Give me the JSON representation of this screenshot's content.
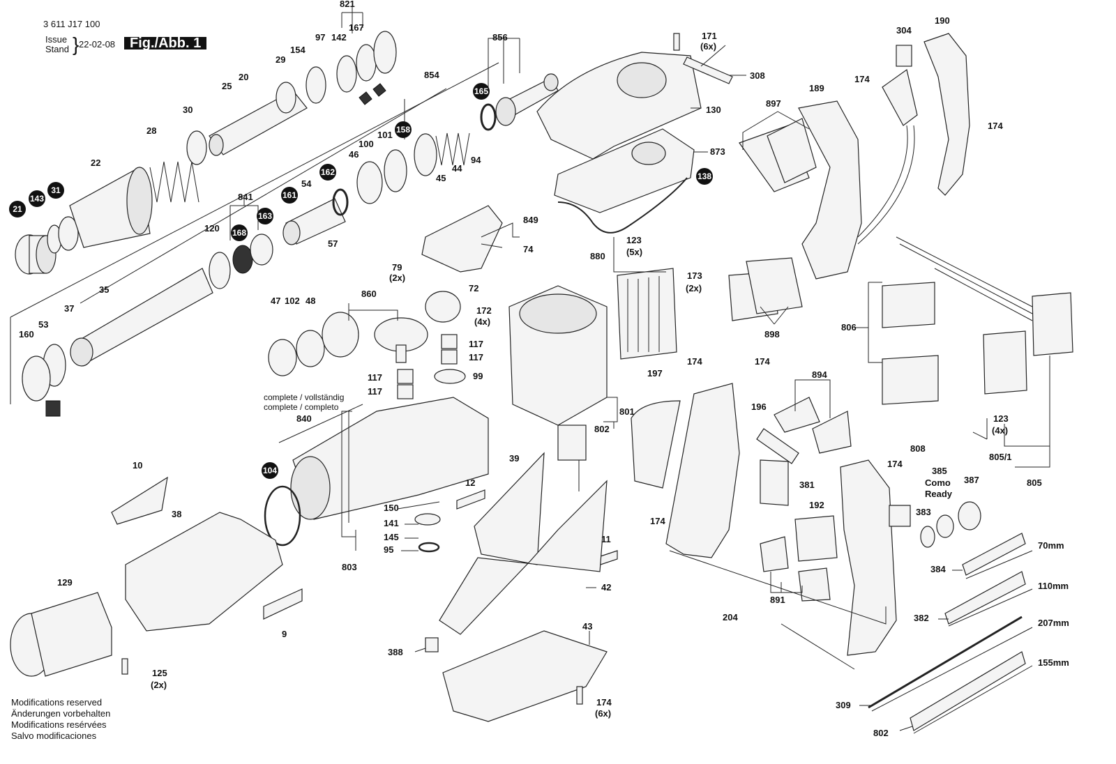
{
  "header": {
    "doc_number": "3 611 J17 100",
    "issue_label": "Issue",
    "stand_label": "Stand",
    "issue_date": "22-02-08",
    "figure_title": "Fig./Abb. 1"
  },
  "disclaimer": [
    "Modifications reserved",
    "Änderungen vorbehalten",
    "Modifications resérvées",
    "Salvo modificaciones"
  ],
  "callouts_badged": [
    "21",
    "143",
    "31",
    "168",
    "163",
    "161",
    "162",
    "165",
    "158",
    "138",
    "104"
  ],
  "labels": {
    "p821": "821",
    "p97": "97",
    "p142": "142",
    "p167": "167",
    "p154": "154",
    "p29": "29",
    "p20": "20",
    "p25": "25",
    "p30": "30",
    "p28": "28",
    "p22": "22",
    "p856": "856",
    "p854": "854",
    "p100": "100",
    "p101": "101",
    "p46": "46",
    "p44": "44",
    "p94": "94",
    "p45": "45",
    "p54": "54",
    "p57": "57",
    "p841": "841",
    "p120": "120",
    "p35": "35",
    "p37": "37",
    "p53": "53",
    "p160": "160",
    "p171": "171",
    "p171q": "(6x)",
    "p308": "308",
    "p130": "130",
    "p873": "873",
    "p849": "849",
    "p74": "74",
    "p79": "79",
    "p79q": "(2x)",
    "p72": "72",
    "p860": "860",
    "p47": "47",
    "p102": "102",
    "p48": "48",
    "p172": "172",
    "p172q": "(4x)",
    "p117a": "117",
    "p117b": "117",
    "p117c": "117",
    "p117d": "117",
    "p99": "99",
    "p123": "123",
    "p123q": "(5x)",
    "p880": "880",
    "p173": "173",
    "p173q": "(2x)",
    "p897": "897",
    "p898": "898",
    "p189": "189",
    "p174a": "174",
    "p304": "304",
    "p190": "190",
    "p174b": "174",
    "p806": "806",
    "p123b": "123",
    "p123bq": "(4x)",
    "p8051": "805/1",
    "p805": "805",
    "p801": "801",
    "p802a": "802",
    "p197": "197",
    "p174c": "174",
    "p174d": "174",
    "p894": "894",
    "p196": "196",
    "p381": "381",
    "p192": "192",
    "p891": "891",
    "p204": "204",
    "p174e": "174",
    "p808": "808",
    "p174f": "174",
    "p385": "385",
    "p385t": "Como",
    "p385t2": "Ready",
    "p387": "387",
    "p383": "383",
    "p384": "384",
    "p70": "70mm",
    "p382": "382",
    "p110": "110mm",
    "p207": "207mm",
    "p155": "155mm",
    "p309": "309",
    "p802b": "802",
    "p10": "10",
    "p38": "38",
    "p129": "129",
    "p125": "125",
    "p125q": "(2x)",
    "p9": "9",
    "p840": "840",
    "p840a": "complete / vollständig",
    "p840b": "complete / completo",
    "p12": "12",
    "p150": "150",
    "p141": "141",
    "p145": "145",
    "p95": "95",
    "p803": "803",
    "p39": "39",
    "p11": "11",
    "p42": "42",
    "p388": "388",
    "p43": "43",
    "p174g": "174",
    "p174gq": "(6x)"
  }
}
